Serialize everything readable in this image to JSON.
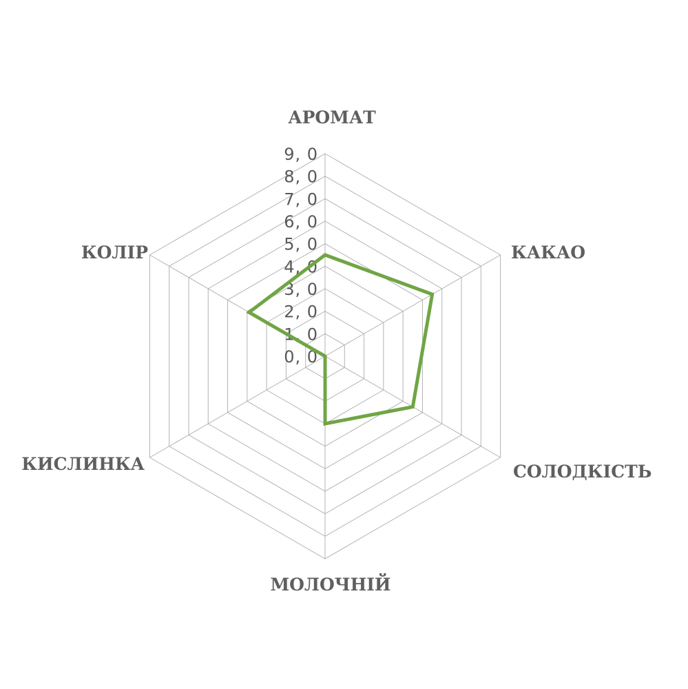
{
  "chart_data": {
    "type": "radar",
    "title": "",
    "categories": [
      "АРОМАТ",
      "КАКАО",
      "СОЛОДКІСТЬ",
      "МОЛОЧНІЙ",
      "КИСЛИНКА",
      "КОЛІР"
    ],
    "series": [
      {
        "name": "",
        "values": [
          4.5,
          5.5,
          4.5,
          3.0,
          0.0,
          3.9
        ],
        "color": "#70a544"
      }
    ],
    "rlim": [
      0,
      9
    ],
    "ticks": [
      "0, 0",
      "1, 0",
      "2, 0",
      "3, 0",
      "4, 0",
      "5, 0",
      "6, 0",
      "7, 0",
      "8, 0",
      "9, 0"
    ],
    "grid": true,
    "grid_color": "#b3b3b3"
  }
}
